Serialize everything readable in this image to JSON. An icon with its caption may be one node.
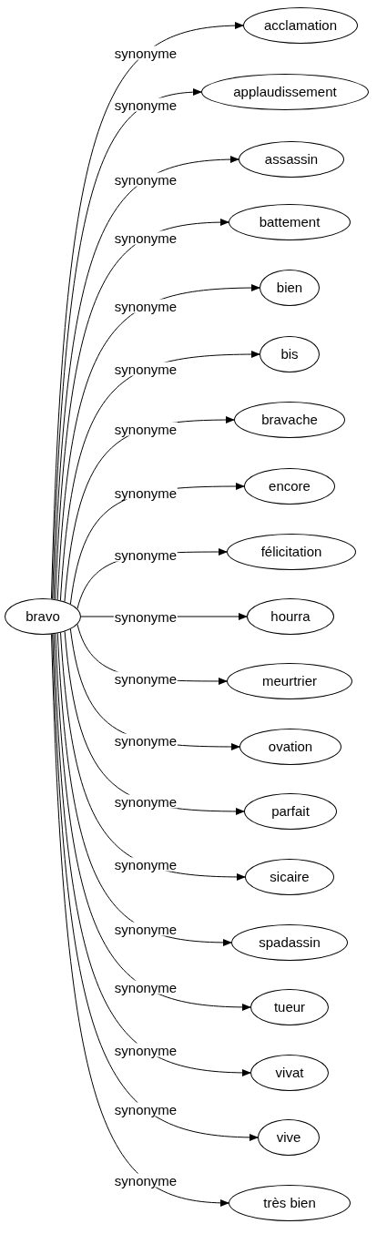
{
  "diagram": {
    "nodes": [
      {
        "text": [
          "bravo"
        ]
      },
      {
        "text": [
          "acclamation"
        ]
      },
      {
        "text": [
          "applaudissement"
        ]
      },
      {
        "text": [
          "assassin"
        ]
      },
      {
        "text": [
          "battement"
        ]
      },
      {
        "text": [
          "bien"
        ]
      },
      {
        "text": [
          "bis"
        ]
      },
      {
        "text": [
          "bravache"
        ]
      },
      {
        "text": [
          "encore"
        ]
      },
      {
        "text": [
          "félicitation"
        ]
      },
      {
        "text": [
          "hourra"
        ]
      },
      {
        "text": [
          "meurtrier"
        ]
      },
      {
        "text": [
          "ovation"
        ]
      },
      {
        "text": [
          "parfait"
        ]
      },
      {
        "text": [
          "sicaire"
        ]
      },
      {
        "text": [
          "spadassin"
        ]
      },
      {
        "text": [
          "tueur"
        ]
      },
      {
        "text": [
          "vivat"
        ]
      },
      {
        "text": [
          "vive"
        ]
      },
      {
        "text": [
          "très bien"
        ]
      }
    ],
    "edges": [
      {
        "from": 0,
        "to": 1,
        "arrow": "to",
        "label": "synonyme"
      },
      {
        "from": 0,
        "to": 2,
        "arrow": "to",
        "label": "synonyme"
      },
      {
        "from": 0,
        "to": 3,
        "arrow": "to",
        "label": "synonyme"
      },
      {
        "from": 0,
        "to": 4,
        "arrow": "to",
        "label": "synonyme"
      },
      {
        "from": 0,
        "to": 5,
        "arrow": "to",
        "label": "synonyme"
      },
      {
        "from": 0,
        "to": 6,
        "arrow": "to",
        "label": "synonyme"
      },
      {
        "from": 0,
        "to": 7,
        "arrow": "to",
        "label": "synonyme"
      },
      {
        "from": 0,
        "to": 8,
        "arrow": "to",
        "label": "synonyme"
      },
      {
        "from": 0,
        "to": 9,
        "arrow": "to",
        "label": "synonyme"
      },
      {
        "from": 0,
        "to": 10,
        "arrow": "to",
        "label": "synonyme"
      },
      {
        "from": 0,
        "to": 11,
        "arrow": "to",
        "label": "synonyme"
      },
      {
        "from": 0,
        "to": 12,
        "arrow": "to",
        "label": "synonyme"
      },
      {
        "from": 0,
        "to": 13,
        "arrow": "to",
        "label": "synonyme"
      },
      {
        "from": 0,
        "to": 14,
        "arrow": "to",
        "label": "synonyme"
      },
      {
        "from": 0,
        "to": 15,
        "arrow": "to",
        "label": "synonyme"
      },
      {
        "from": 0,
        "to": 16,
        "arrow": "to",
        "label": "synonyme"
      },
      {
        "from": 0,
        "to": 17,
        "arrow": "to",
        "label": "synonyme"
      },
      {
        "from": 0,
        "to": 18,
        "arrow": "to",
        "label": "synonyme"
      },
      {
        "from": 0,
        "to": 19,
        "arrow": "to",
        "label": "synonyme"
      }
    ]
  }
}
